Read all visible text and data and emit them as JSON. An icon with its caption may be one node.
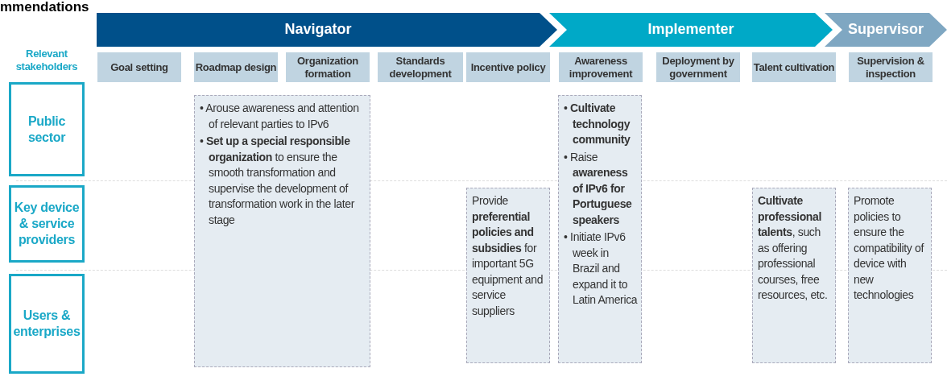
{
  "diagram": {
    "title": "mmendations",
    "nodes": [
      {
        "text": [
          "Navigator"
        ]
      },
      {
        "text": [
          "Implementer"
        ]
      },
      {
        "text": [
          "Supervisor"
        ]
      },
      {
        "text": [
          "Goal setting"
        ]
      },
      {
        "text": [
          "Roadmap design"
        ]
      },
      {
        "text": [
          "Organization formation"
        ]
      },
      {
        "text": [
          "Standards development"
        ]
      },
      {
        "text": [
          "Incentive policy"
        ]
      },
      {
        "text": [
          "Awareness improvement"
        ]
      },
      {
        "text": [
          "Deployment by government"
        ]
      },
      {
        "text": [
          "Talent cultivation"
        ]
      },
      {
        "text": [
          "Supervision & inspection"
        ]
      },
      {
        "text": [
          "Public sector"
        ]
      },
      {
        "text": [
          "Key device & service providers"
        ]
      },
      {
        "text": [
          "Users & enterprises"
        ]
      },
      {
        "text": [
          "• Arouse awareness and attention of relevant parties to IPv6",
          "• **Set up a special responsible organization** to ensure the smooth transformation and supervise the development of transformation work in the later stage"
        ]
      },
      {
        "text": [
          "Provide **preferential policies and subsidies** for important 5G equipment and service suppliers"
        ]
      },
      {
        "text": [
          "• **Cultivate technology community**",
          "• Raise **awareness of IPv6 for Portuguese speakers**",
          "• Initiate IPv6 week in Brazil and expand it to Latin America"
        ]
      },
      {
        "text": [
          "**Cultivate professional talents**, such as offering professional courses, free resources, etc."
        ]
      },
      {
        "text": [
          "Promote policies to ensure the compatibility of device with new technologies"
        ]
      }
    ],
    "labels": [
      "Relevant stakeholders"
    ]
  }
}
